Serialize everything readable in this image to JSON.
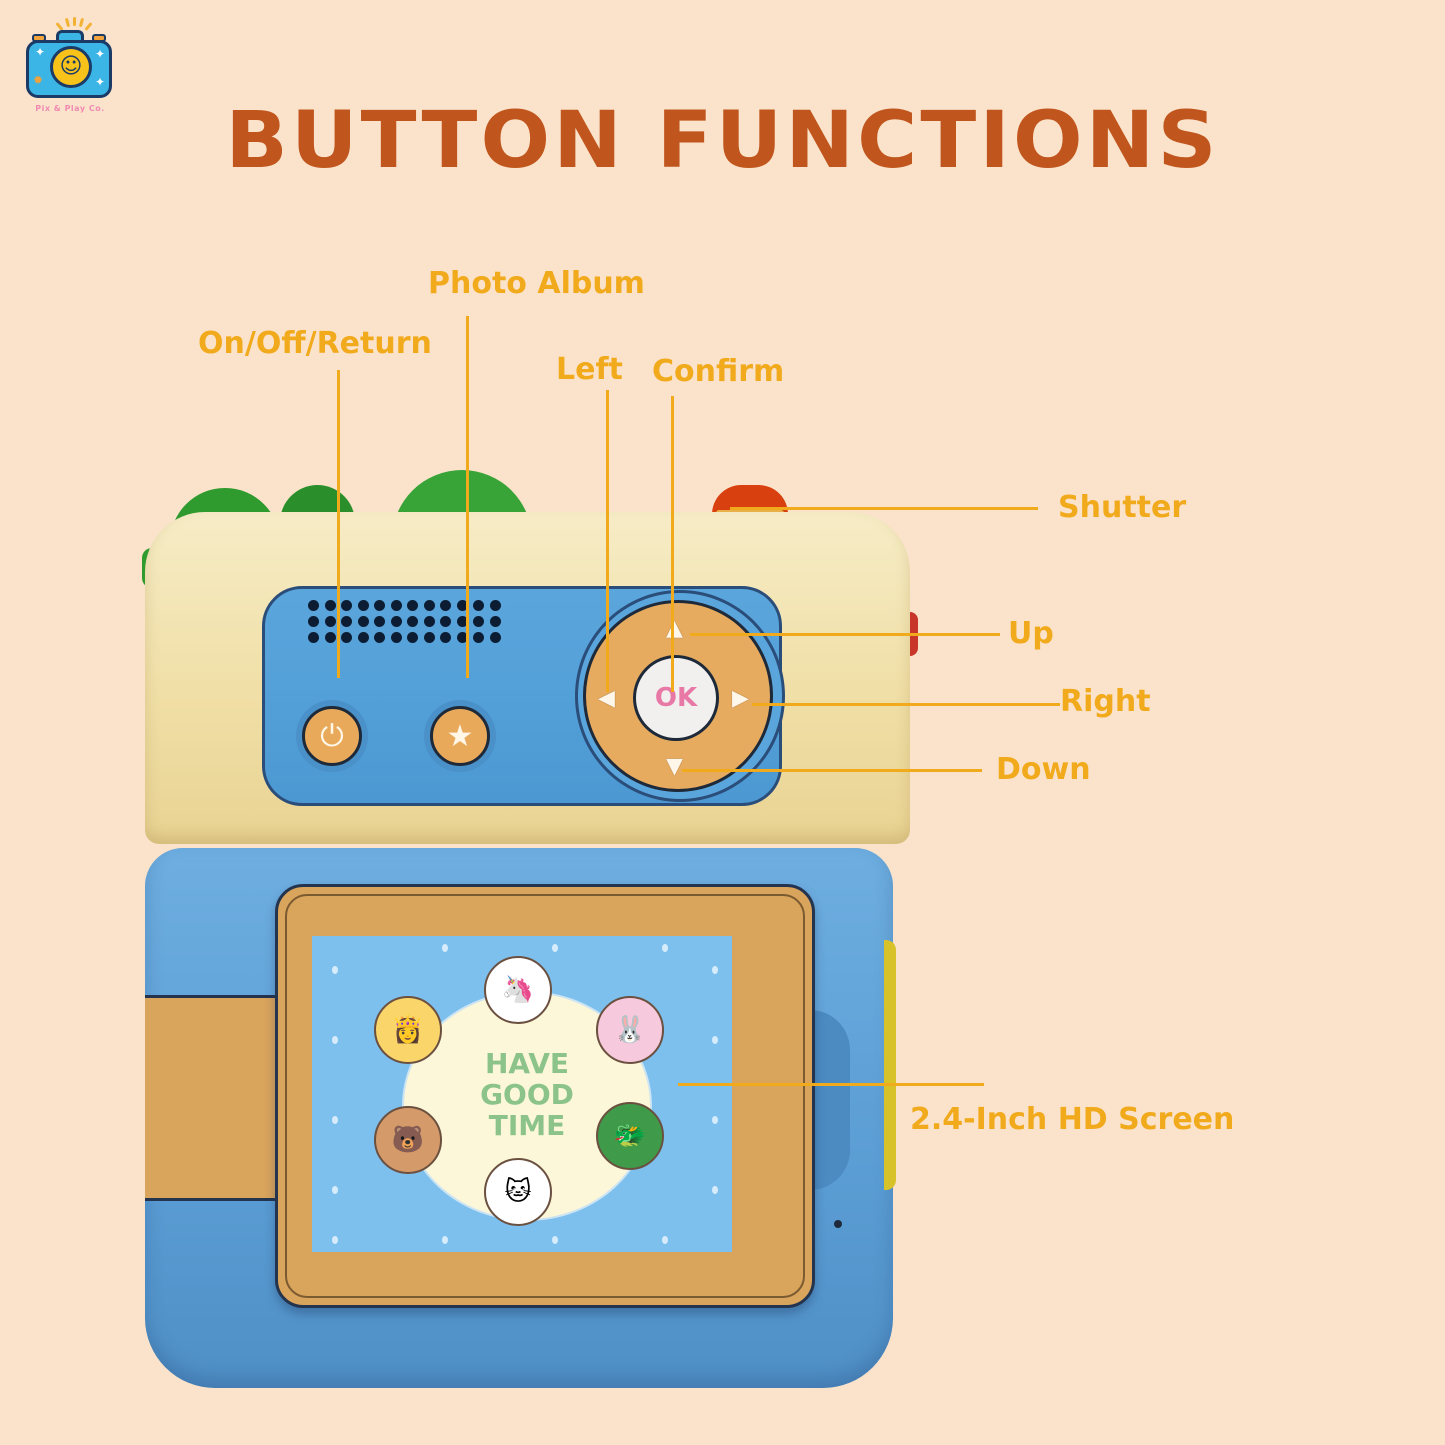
{
  "brand": {
    "logo_name": "Pix & Play Co.",
    "logo_icon": "smiling-camera-icon"
  },
  "title": "BUTTON FUNCTIONS",
  "labels": {
    "photo_album": "Photo Album",
    "on_off_return": "On/Off/Return",
    "left": "Left",
    "confirm": "Confirm",
    "shutter": "Shutter",
    "up": "Up",
    "right": "Right",
    "down": "Down",
    "screen": "2.4-Inch HD Screen"
  },
  "camera": {
    "ok_label": "OK",
    "power_icon": "⏻",
    "album_icon": "★",
    "arrows": {
      "up": "▲",
      "down": "▼",
      "left": "◀",
      "right": "▶"
    },
    "screen_text": [
      "HAVE",
      "GOOD",
      "TIME"
    ],
    "screen_faces": [
      "👸",
      "🦄",
      "🐰",
      "🐻",
      "🐱",
      "🐲"
    ]
  },
  "colors": {
    "background": "#fbe3cb",
    "title": "#c0561d",
    "label": "#f2aa1d",
    "camera_blue": "#5aa6dc",
    "camera_cream": "#f0dfa6",
    "button_orange": "#e6ab5f",
    "shutter_red": "#d8400f"
  }
}
